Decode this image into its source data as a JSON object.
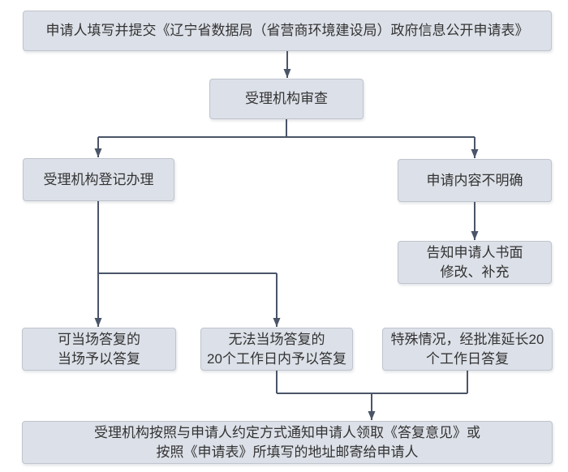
{
  "flowchart": {
    "nodes": {
      "submit": {
        "text": "申请人填写并提交《辽宁省数据局（省营商环境建设局）政府信息公开申请表》"
      },
      "review": {
        "text": "受理机构审查"
      },
      "register": {
        "text": "受理机构登记办理"
      },
      "unclear": {
        "text": "申请内容不明确"
      },
      "notify": {
        "line1": "告知申请人书面",
        "line2": "修改、补充"
      },
      "onspot": {
        "line1": "可当场答复的",
        "line2": "当场予以答复"
      },
      "within20": {
        "line1": "无法当场答复的",
        "line2": "20个工作日内予以答复"
      },
      "special": {
        "line1": "特殊情况，经批准延长20",
        "line2": "个工作日答复"
      },
      "final": {
        "line1": "受理机构按照与申请人约定方式通知申请人领取《答复意见》或",
        "line2": "按照《申请表》所填写的地址邮寄给申请人"
      }
    }
  },
  "colors": {
    "background": "#ffffff",
    "node_fill": "#dce0e8",
    "node_border": "#c0c4cd",
    "connector": "#4a5568",
    "text_color": "#333333"
  }
}
